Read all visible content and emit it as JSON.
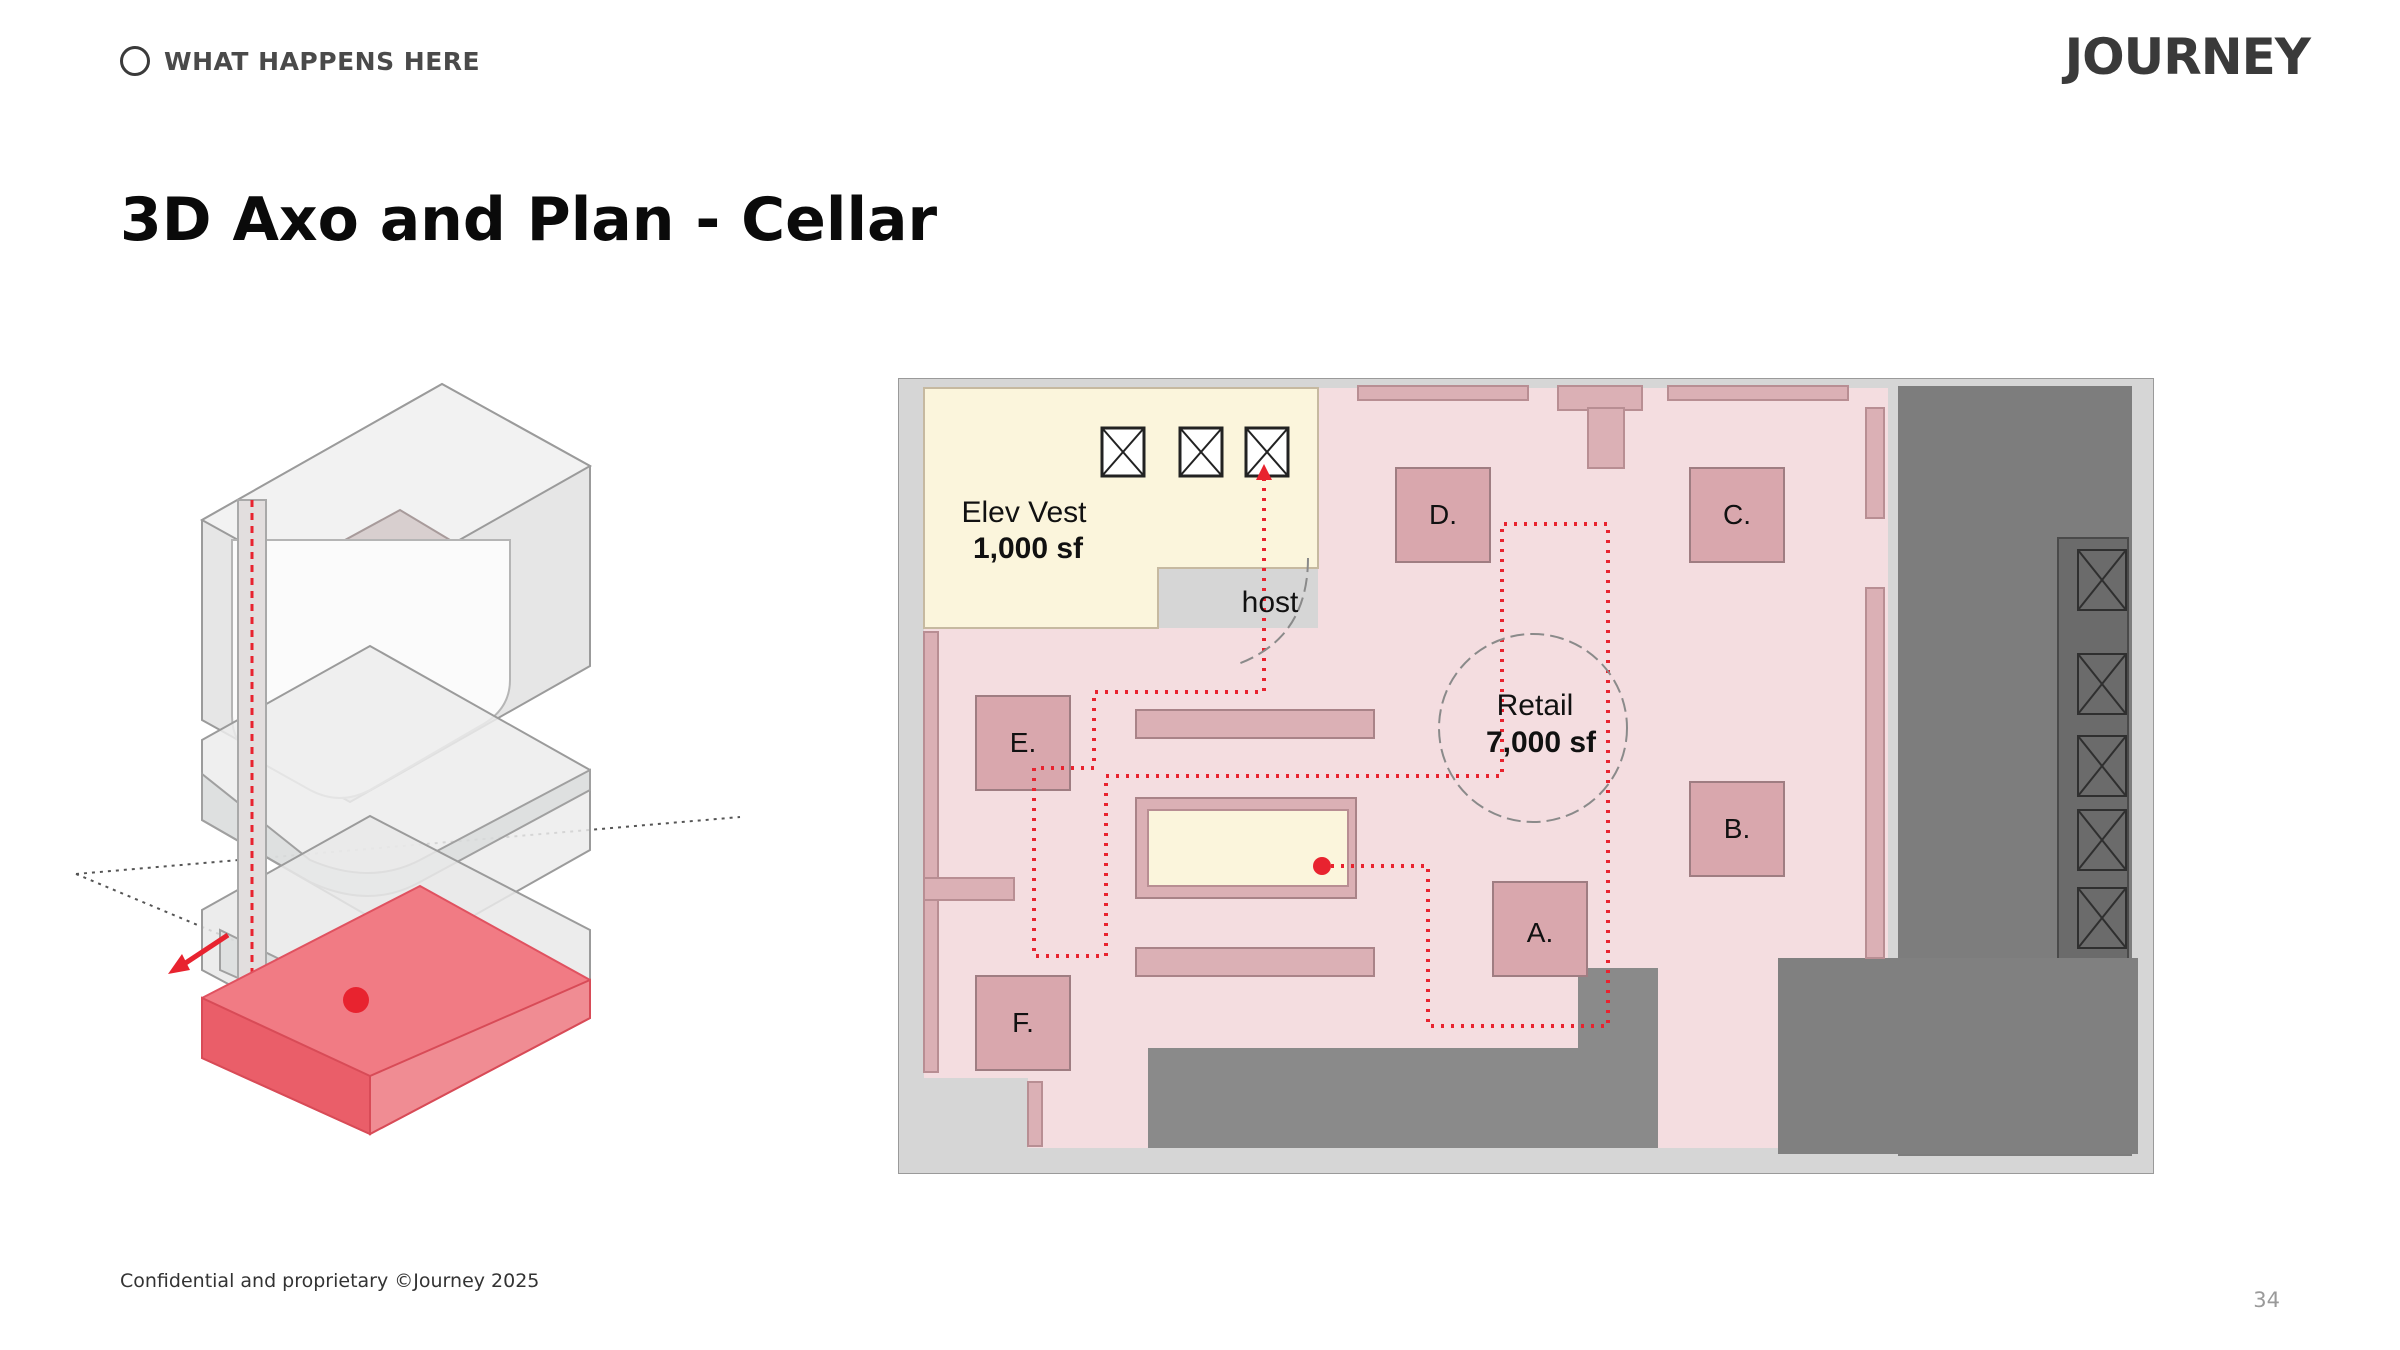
{
  "header": {
    "section_label": "WHAT HAPPENS HERE",
    "logo": "JOURNEY"
  },
  "title": "3D Axo and Plan - Cellar",
  "plan": {
    "elev_vest_name": "Elev Vest",
    "elev_vest_area": "1,000 sf",
    "host": "host",
    "retail_name": "Retail",
    "retail_area": "7,000 sf",
    "display_labels": [
      "A.",
      "B.",
      "C.",
      "D.",
      "E.",
      "F."
    ]
  },
  "colors": {
    "highlight_red": "#e8232f",
    "retail_pink": "#f4dde0",
    "display_pink": "#d9a7ad",
    "vest_cream": "#fbf5dc",
    "core_gray": "#7d7d7d"
  },
  "footer": {
    "confidential": "Confidential and proprietary ©Journey 2025",
    "page_number": "34"
  }
}
